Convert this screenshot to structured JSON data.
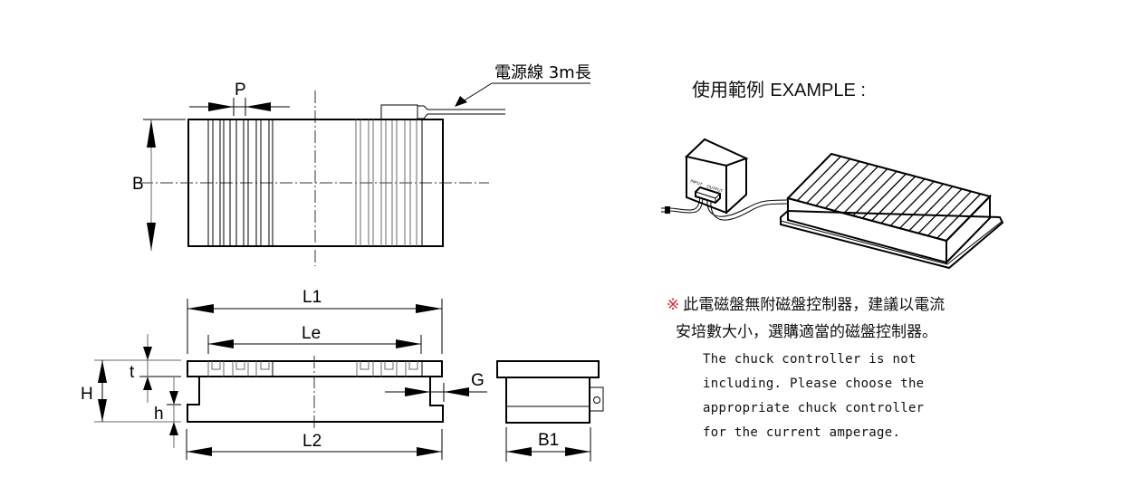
{
  "drawing": {
    "top_view": {
      "dim_pitch_label": "P",
      "dim_width_label": "B",
      "power_cord_label": "電源線 3m長"
    },
    "front_view": {
      "dim_overall_length_label": "L1",
      "dim_effective_length_label": "Le",
      "dim_base_length_label": "L2",
      "dim_height_label": "H",
      "dim_top_plate_label": "t",
      "dim_foot_label": "h",
      "dim_gap_label": "G"
    },
    "side_view": {
      "dim_base_width_label": "B1"
    }
  },
  "example": {
    "title_cjk": "使用範例",
    "title_en": "EXAMPLE :",
    "controller_input_label": "INPUT",
    "controller_output_label": "OUTPUT"
  },
  "note": {
    "mark": "※",
    "mark_color": "#e0202a",
    "cjk_line_1": "此電磁盤無附磁盤控制器，建議以電流",
    "cjk_line_2": "安培數大小，選購適當的磁盤控制器。",
    "en_lines": [
      "The chuck controller is not",
      "including. Please choose the",
      "appropriate chuck controller",
      "for the current amperage."
    ]
  }
}
